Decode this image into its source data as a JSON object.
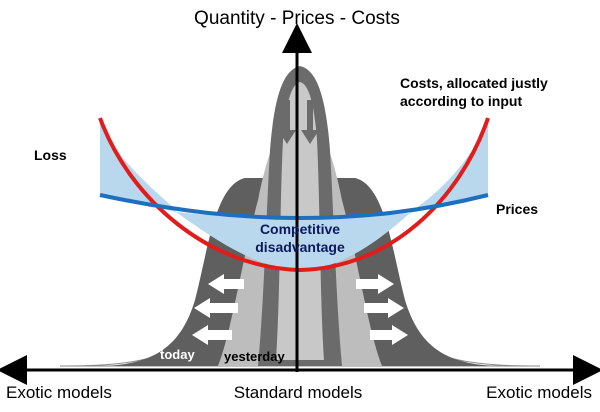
{
  "axis": {
    "y_label": "Quantity - Prices - Costs",
    "x_left": "Exotic models",
    "x_center": "Standard models",
    "x_right": "Exotic models"
  },
  "labels": {
    "costs_line1": "Costs, allocated justly",
    "costs_line2": "according to input",
    "loss": "Loss",
    "prices": "Prices",
    "disadvantage_line1": "Competitive",
    "disadvantage_line2": "disadvantage",
    "today": "today",
    "yesterday": "yesterday"
  },
  "colors": {
    "costs_curve": "#e21b1b",
    "prices_curve": "#1f6fbf",
    "gap_fill": "#b9d8ee",
    "outer_bell": "#5f5f5f",
    "inner_bell": "#bdbdbd",
    "central_peak": "#6b6b6b",
    "arrows_outward": "#ffffff",
    "arrows_down": "#6b6b6b"
  }
}
